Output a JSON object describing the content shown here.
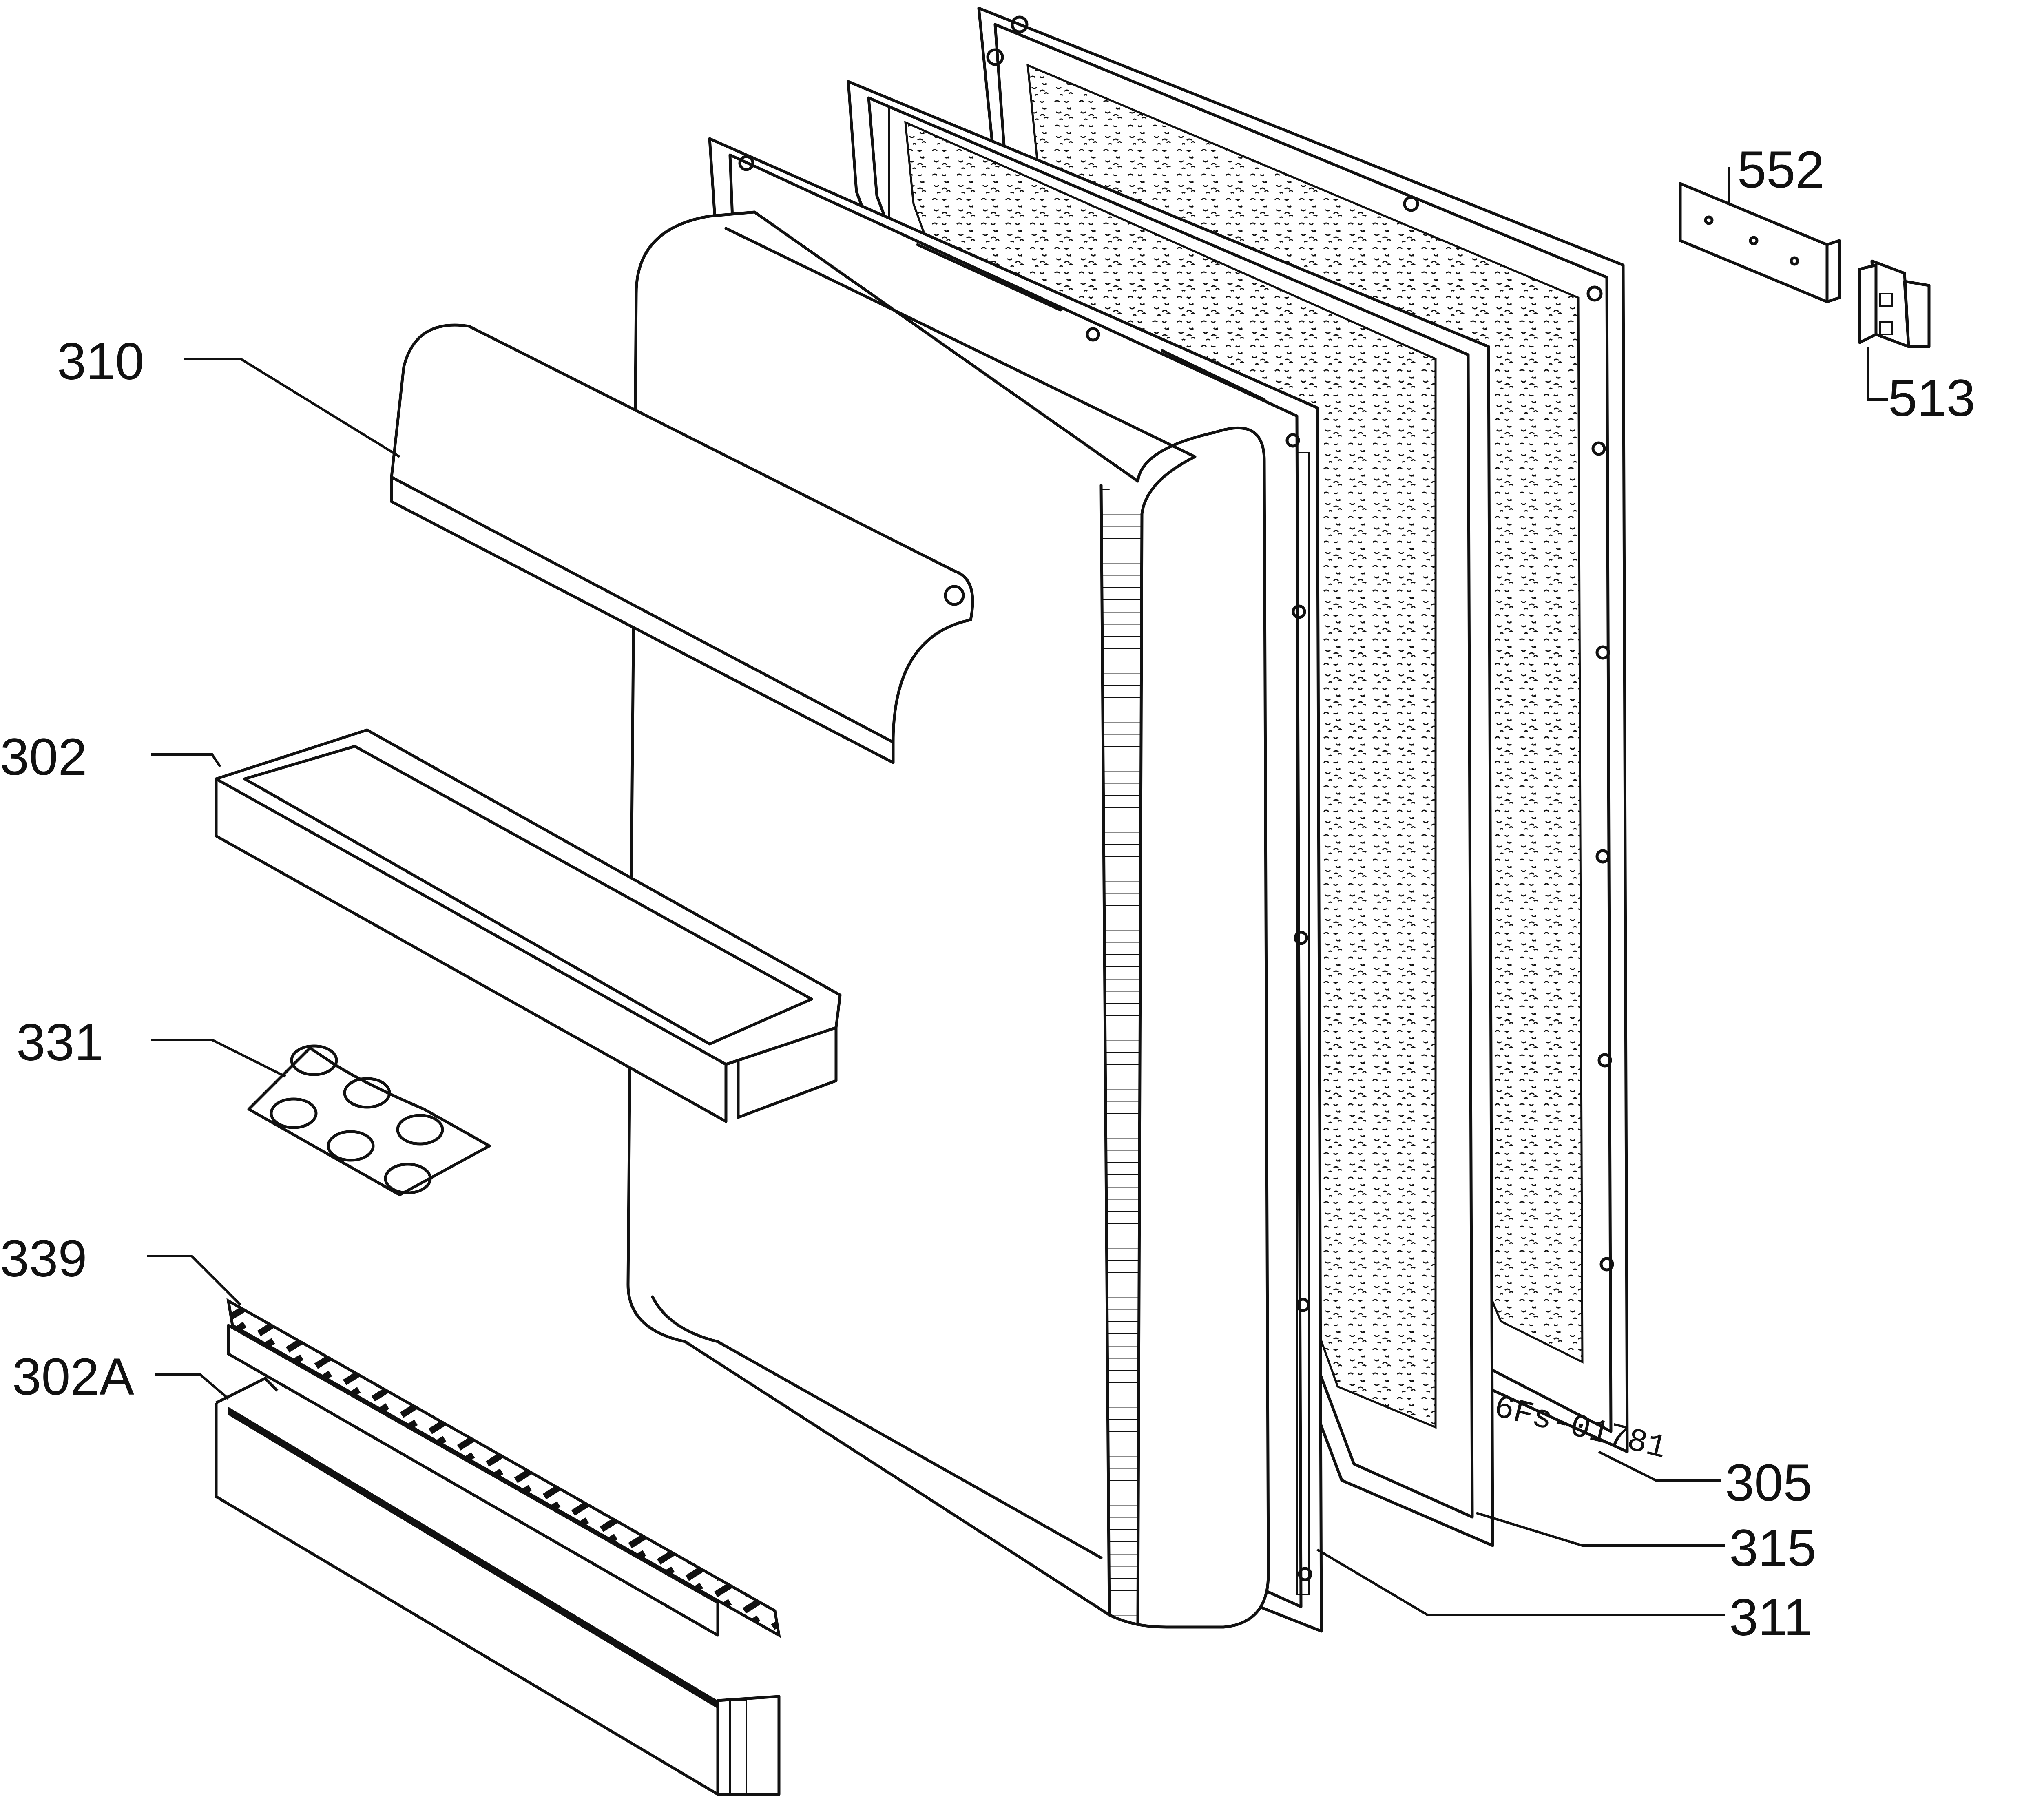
{
  "diagram": {
    "drawing_code": "6Fs-01781",
    "colors": {
      "line": "#111111",
      "background": "#ffffff"
    },
    "parts": {
      "p310": "310",
      "p302": "302",
      "p331": "331",
      "p339": "339",
      "p302a": "302A",
      "p552": "552",
      "p513": "513",
      "p305": "305",
      "p315": "315",
      "p311": "311"
    }
  }
}
